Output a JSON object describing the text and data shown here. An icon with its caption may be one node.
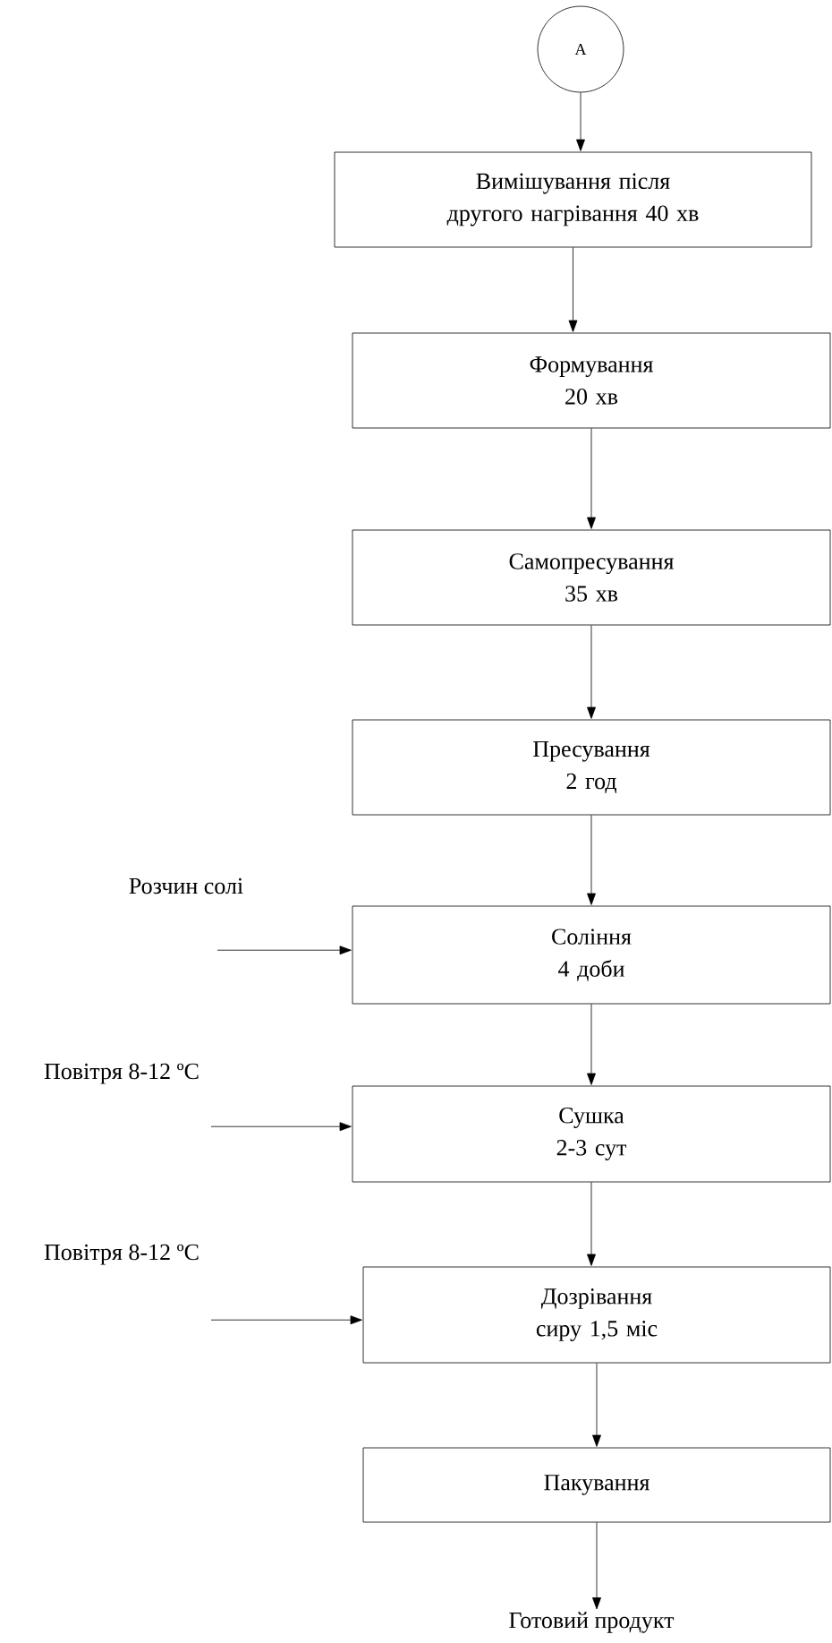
{
  "diagram": {
    "nodes": [
      {
        "text": [
          "А"
        ]
      },
      {
        "text": [
          "Вимішування після другого нагрівання 40 хв"
        ]
      },
      {
        "text": [
          "Формування 20 хв"
        ]
      },
      {
        "text": [
          "Самопресування 35 хв"
        ]
      },
      {
        "text": [
          "Пресування 2 год"
        ]
      },
      {
        "text": [
          "Соління 4 доби"
        ]
      },
      {
        "text": [
          "Сушка 2-3 сут"
        ]
      },
      {
        "text": [
          "Дозрівання сиру 1,5 міс"
        ]
      },
      {
        "text": [
          "Пакування"
        ]
      },
      {
        "text": [
          "Готовий продукт"
        ]
      },
      {
        "text": [
          "Розчин солі"
        ]
      },
      {
        "text": [
          "Повітря 8-12 ºC"
        ]
      },
      {
        "text": [
          "Повітря 8-12 ºC"
        ]
      }
    ],
    "edges": [
      {
        "from": 0,
        "to": 1,
        "arrow": "to"
      },
      {
        "from": 1,
        "to": 2,
        "arrow": "to"
      },
      {
        "from": 2,
        "to": 3,
        "arrow": "to"
      },
      {
        "from": 3,
        "to": 4,
        "arrow": "to"
      },
      {
        "from": 4,
        "to": 5,
        "arrow": "to"
      },
      {
        "from": 5,
        "to": 6,
        "arrow": "to"
      },
      {
        "from": 6,
        "to": 7,
        "arrow": "to"
      },
      {
        "from": 7,
        "to": 8,
        "arrow": "to"
      },
      {
        "from": 8,
        "to": 9,
        "arrow": "to"
      },
      {
        "from": 10,
        "to": 5,
        "arrow": "to"
      },
      {
        "from": 11,
        "to": 6,
        "arrow": "to"
      },
      {
        "from": 12,
        "to": 7,
        "arrow": "to"
      }
    ]
  }
}
